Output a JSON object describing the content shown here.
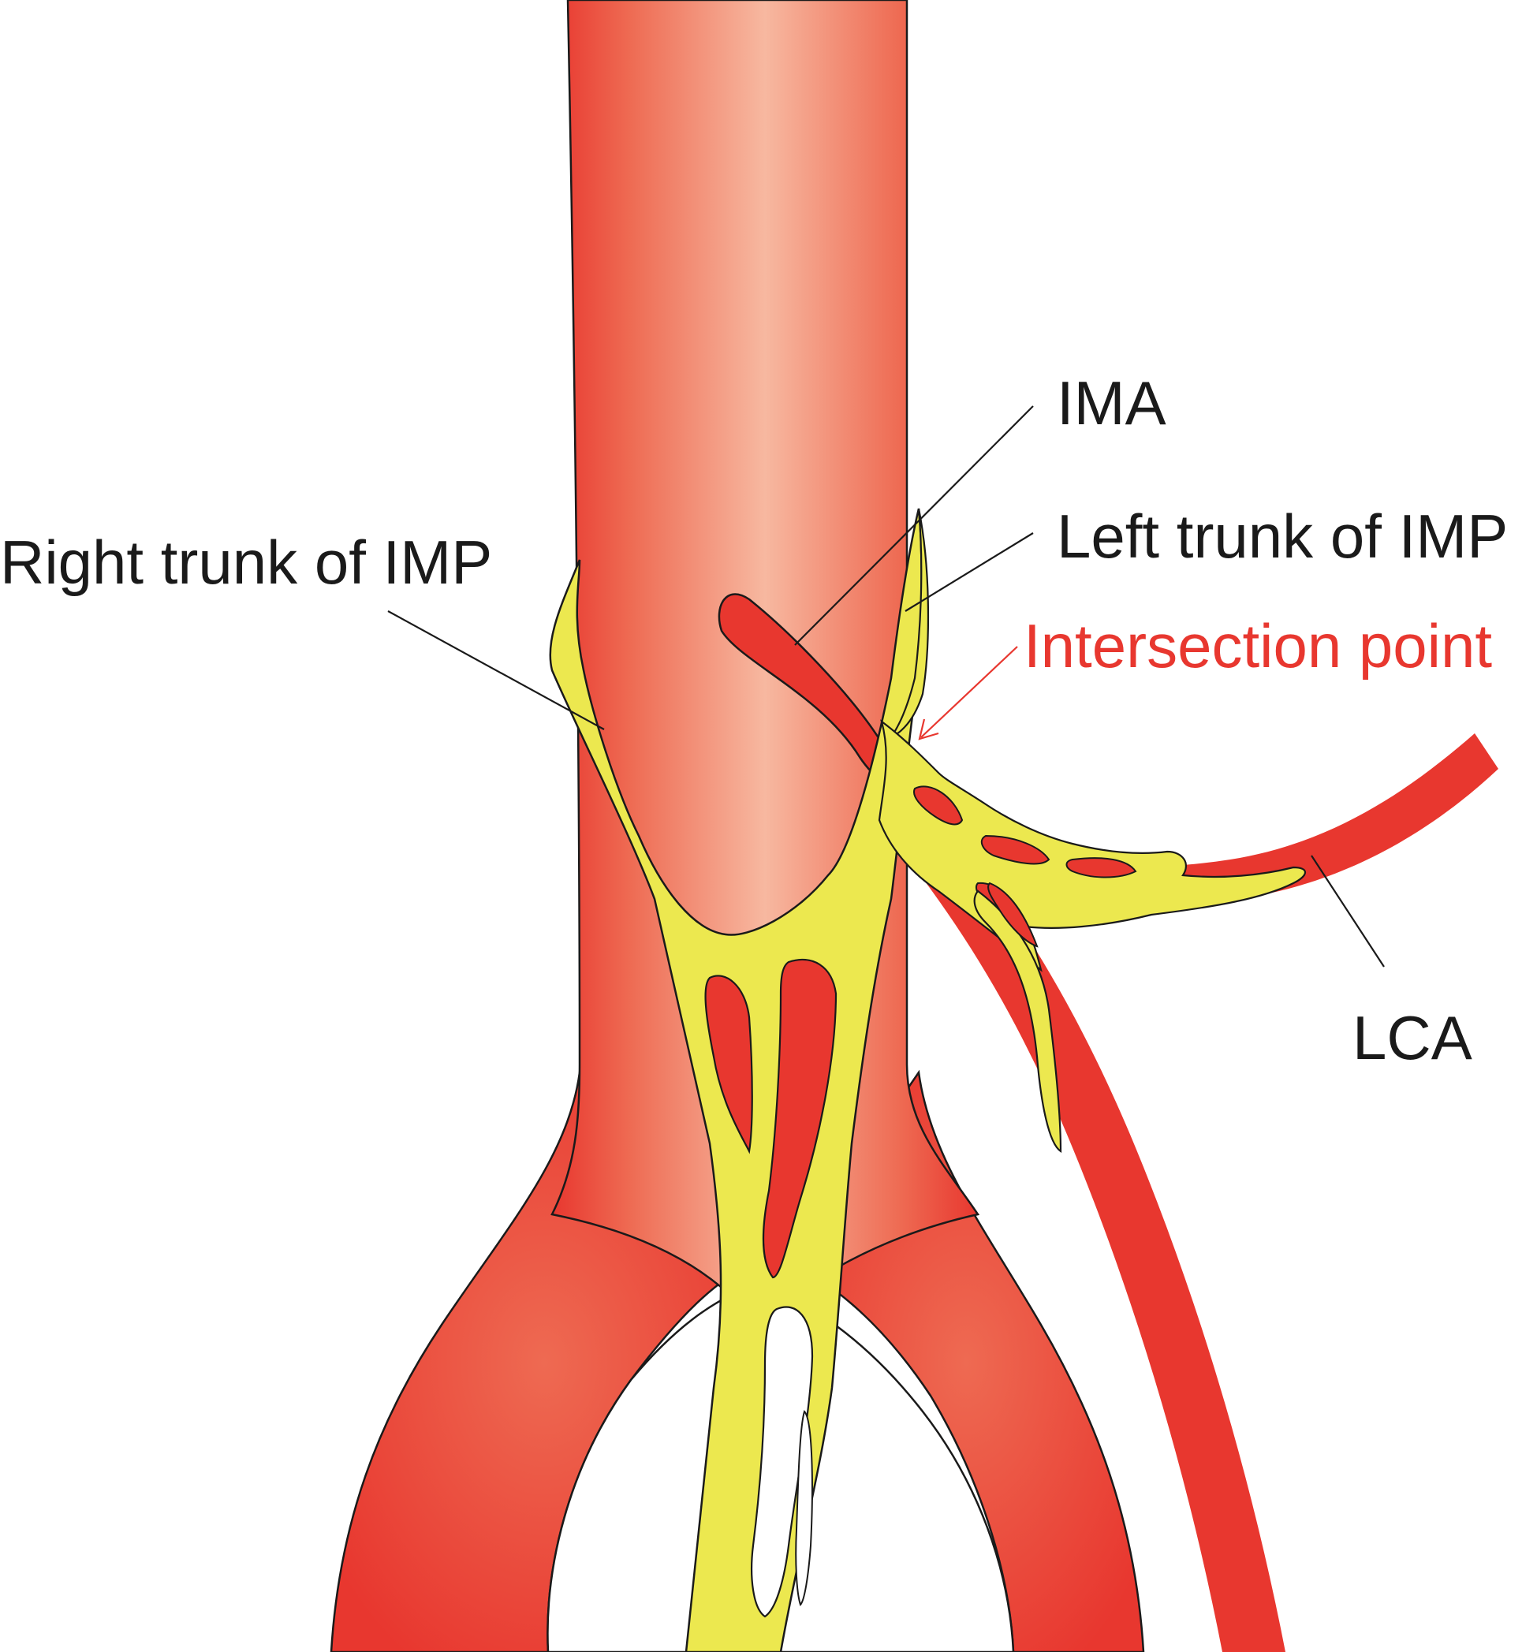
{
  "labels": {
    "ima": "IMA",
    "left_trunk": "Left trunk of IMP",
    "right_trunk": "Right trunk of IMP",
    "intersection": "Intersection point",
    "lca": "LCA"
  },
  "colors": {
    "artery": "#e8372f",
    "artery_light": "#f7b8a0",
    "plexus": "#ece84f",
    "outline": "#1a1a1a",
    "label_text": "#1a1a1a",
    "highlight_text": "#e8372f",
    "background": "#ffffff"
  }
}
